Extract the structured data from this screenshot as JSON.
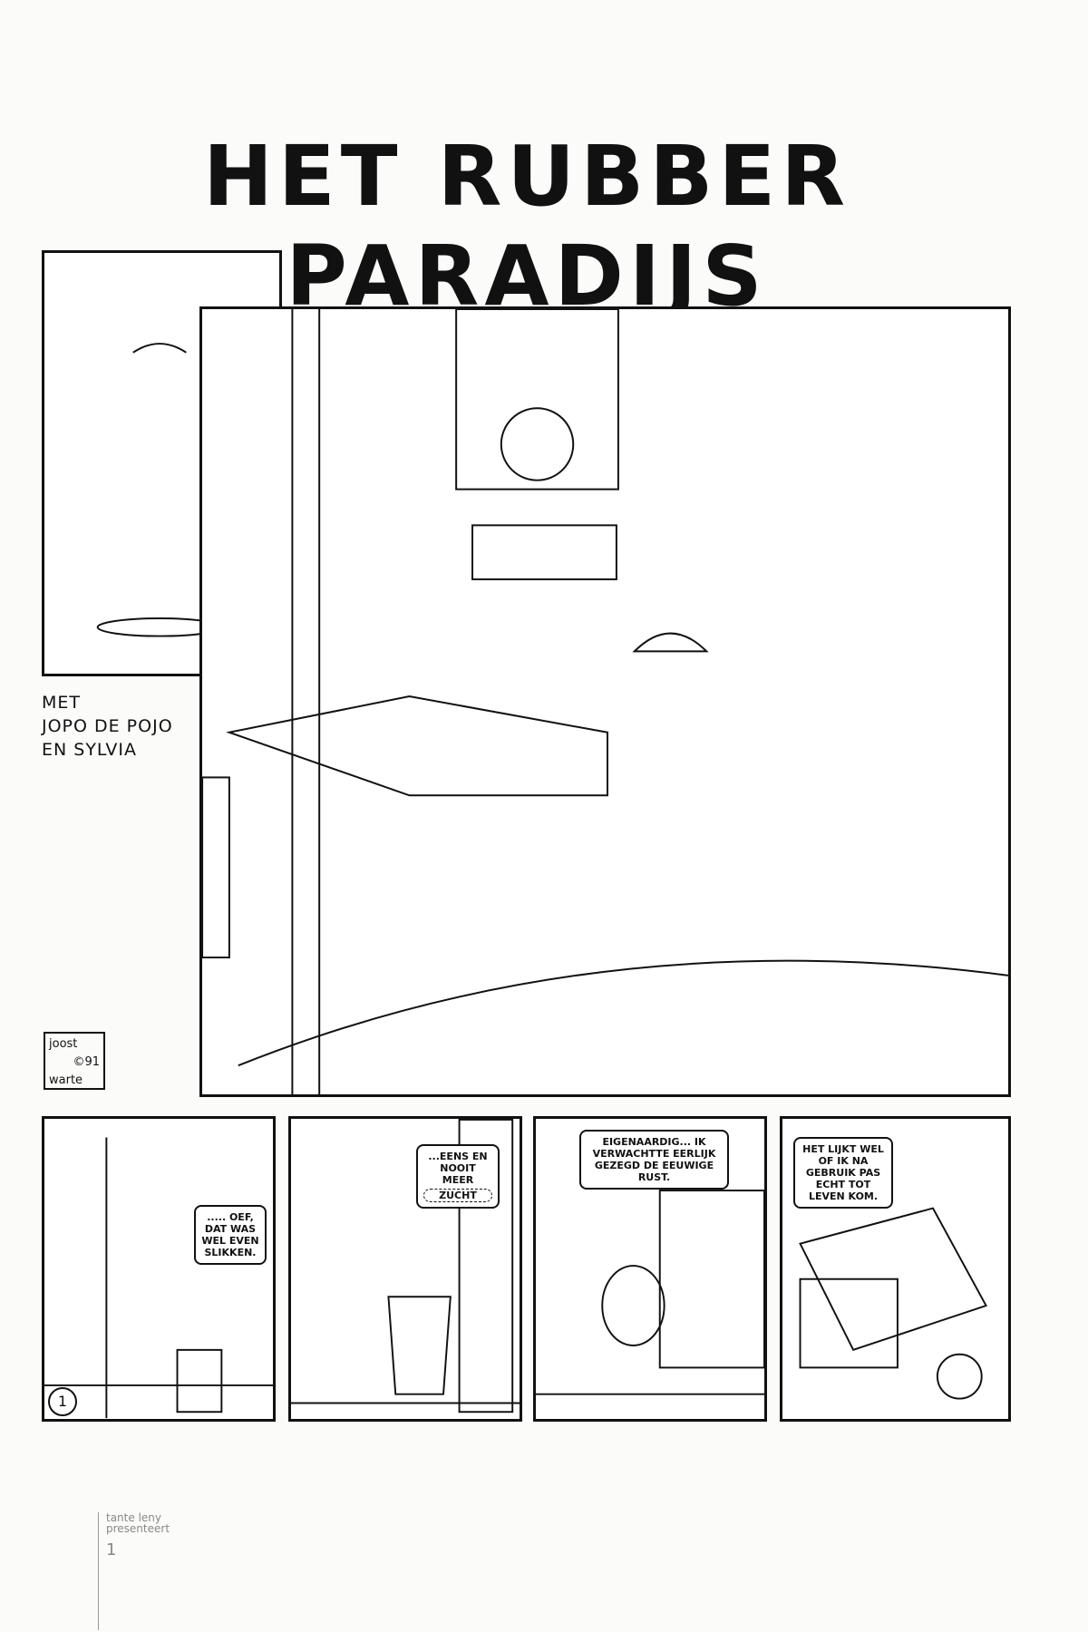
{
  "title": "HET RUBBER PARADIJS",
  "caption": {
    "line1": "MET",
    "line2": "JOPO DE POJO",
    "line3": "EN SYLVIA"
  },
  "signature": {
    "line1": "joost",
    "line2": "©91",
    "line3": "warte"
  },
  "panels": {
    "strip": [
      {
        "bubble": "..... OEF, DAT WAS WEL EVEN SLIKKEN.",
        "number": "1"
      },
      {
        "bubble": "...EENS EN NOOIT MEER",
        "sfx": "ZUCHT"
      },
      {
        "bubble": "EIGENAARDIG... IK VERWACHTTE EERLIJK GEZEGD DE EEUWIGE RUST."
      },
      {
        "bubble": "HET LIJKT WEL OF IK NA GEBRUIK PAS ECHT TOT LEVEN KOM."
      }
    ]
  },
  "footer": {
    "publisher_line1": "tante leny",
    "publisher_line2": "presenteert",
    "page_number": "1"
  }
}
